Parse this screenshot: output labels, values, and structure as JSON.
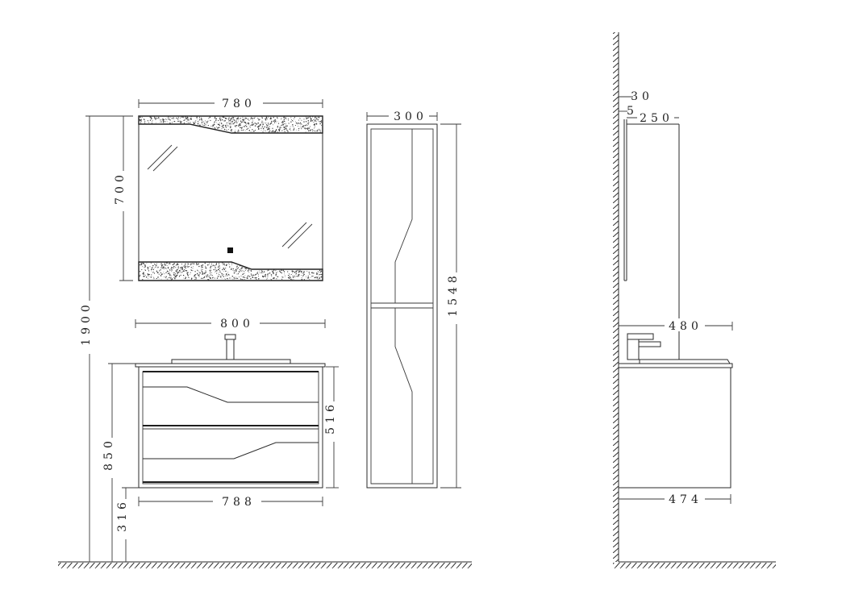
{
  "dimensions": {
    "mirror_width": "780",
    "mirror_height": "700",
    "column_width": "300",
    "column_height": "1548",
    "vanity_top_width": "800",
    "vanity_bottom_width": "788",
    "vanity_height": "850",
    "drawer_height": "516",
    "floor_gap": "316",
    "total_height": "1900",
    "side_wall_offset": "30",
    "side_mirror_depth": "5",
    "side_column_depth": "250",
    "side_top_depth": "480",
    "side_cabinet_depth": "474"
  },
  "colors": {
    "line": "#2a2a2a",
    "stone_speckle": "#3c3c3c",
    "background": "#ffffff"
  }
}
